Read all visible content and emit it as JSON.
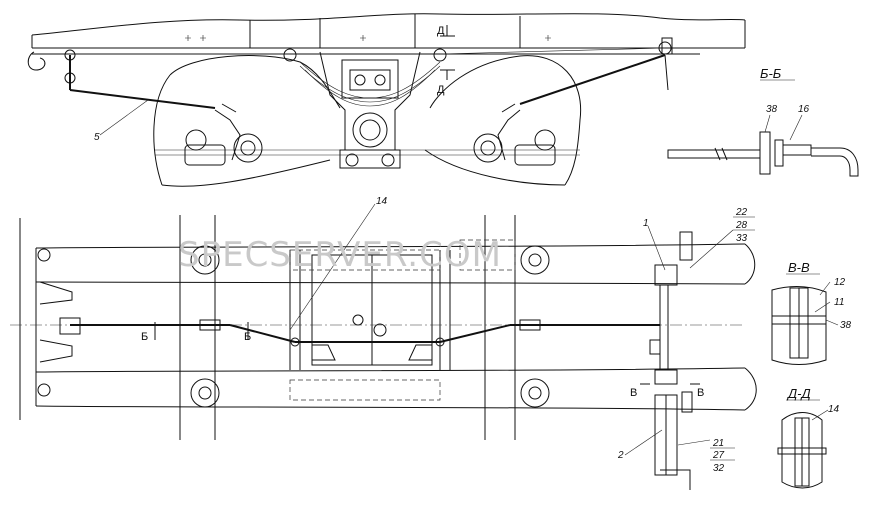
{
  "watermark": "SPECSERVER.COM",
  "callouts": {
    "c5": "5",
    "c14_plan": "14",
    "c1": "1",
    "c22": "22",
    "c28": "28",
    "c33": "33",
    "c2": "2",
    "c21": "21",
    "c27": "27",
    "c32": "32",
    "c38_bb": "38",
    "c16": "16",
    "c12": "12",
    "c11": "11",
    "c38_vv": "38",
    "c14_dd": "14"
  },
  "section_titles": {
    "bb": "Б-Б",
    "vv": "В-В",
    "dd": "Д-Д"
  },
  "section_marks": {
    "d_top": "Д",
    "d_bottom": "Д",
    "b_left": "Б",
    "b_right": "Б",
    "v_left": "В",
    "v_right": "В"
  }
}
